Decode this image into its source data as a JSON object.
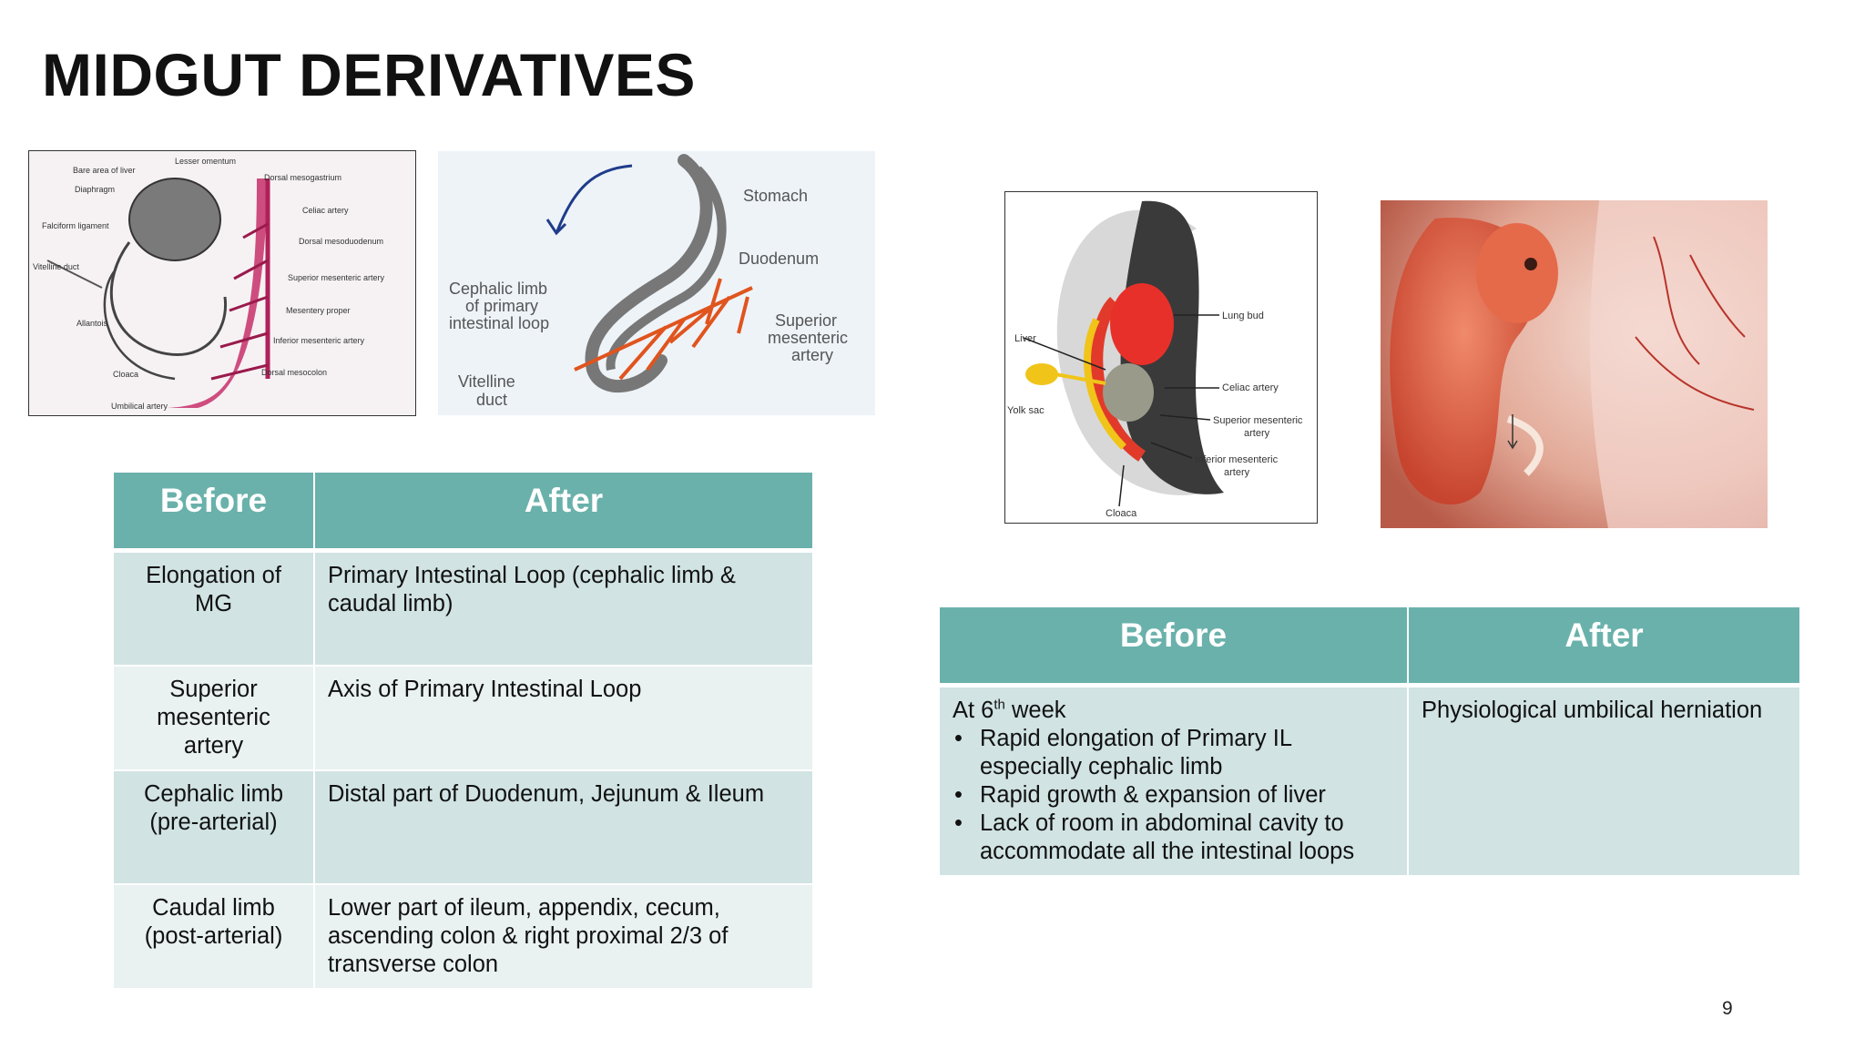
{
  "slide": {
    "title": "MIDGUT DERIVATIVES",
    "page_number": "9"
  },
  "figure1": {
    "labels": {
      "bare_area": "Bare area of liver",
      "lesser_omentum": "Lesser omentum",
      "diaphragm": "Diaphragm",
      "dorsal_mesogastrium": "Dorsal mesogastrium",
      "celiac_artery": "Celiac artery",
      "falciform_ligament": "Falciform ligament",
      "dorsal_mesoduodenum": "Dorsal mesoduodenum",
      "vitelline_duct": "Vitelline duct",
      "superior_mesenteric_artery": "Superior mesenteric artery",
      "mesentery_proper": "Mesentery proper",
      "allantois": "Allantois",
      "inferior_mesenteric_artery": "Inferior mesenteric artery",
      "cloaca": "Cloaca",
      "dorsal_mesocolon": "Dorsal mesocolon",
      "umbilical_artery": "Umbilical artery"
    }
  },
  "figure2": {
    "labels": {
      "stomach": "Stomach",
      "duodenum": "Duodenum",
      "cephalic_1": "Cephalic limb",
      "cephalic_2": "of primary",
      "cephalic_3": "intestinal loop",
      "sma_1": "Superior",
      "sma_2": "mesenteric",
      "sma_3": "artery",
      "vitelline_1": "Vitelline",
      "vitelline_2": "duct"
    }
  },
  "figure3": {
    "labels": {
      "lung_bud": "Lung bud",
      "liver": "Liver",
      "yolk_sac": "Yolk sac",
      "celiac_artery": "Celiac artery",
      "sma_1": "Superior mesenteric",
      "sma_2": "artery",
      "ima_1": "Inferior mesenteric",
      "ima_2": "artery",
      "cloaca": "Cloaca"
    }
  },
  "table1": {
    "header_before": "Before",
    "header_after": "After",
    "rows": [
      {
        "before": "Elongation of MG",
        "after": "Primary Intestinal Loop (cephalic limb & caudal limb)"
      },
      {
        "before": "Superior mesenteric artery",
        "after": "Axis of Primary Intestinal Loop"
      },
      {
        "before": "Cephalic limb (pre-arterial)",
        "after": "Distal part of Duodenum, Jejunum & Ileum"
      },
      {
        "before": "Caudal limb (post-arterial)",
        "after": "Lower part of ileum, appendix, cecum, ascending colon & right proximal 2/3 of transverse colon"
      }
    ]
  },
  "table2": {
    "header_before": "Before",
    "header_after": "After",
    "before_intro_prefix": "At 6",
    "before_intro_sup": "th",
    "before_intro_suffix": " week",
    "bullets": [
      "Rapid elongation of Primary IL especially cephalic limb",
      "Rapid growth & expansion of liver",
      "Lack of room in abdominal cavity to accommodate all the intestinal loops"
    ],
    "after": "Physiological umbilical herniation"
  }
}
